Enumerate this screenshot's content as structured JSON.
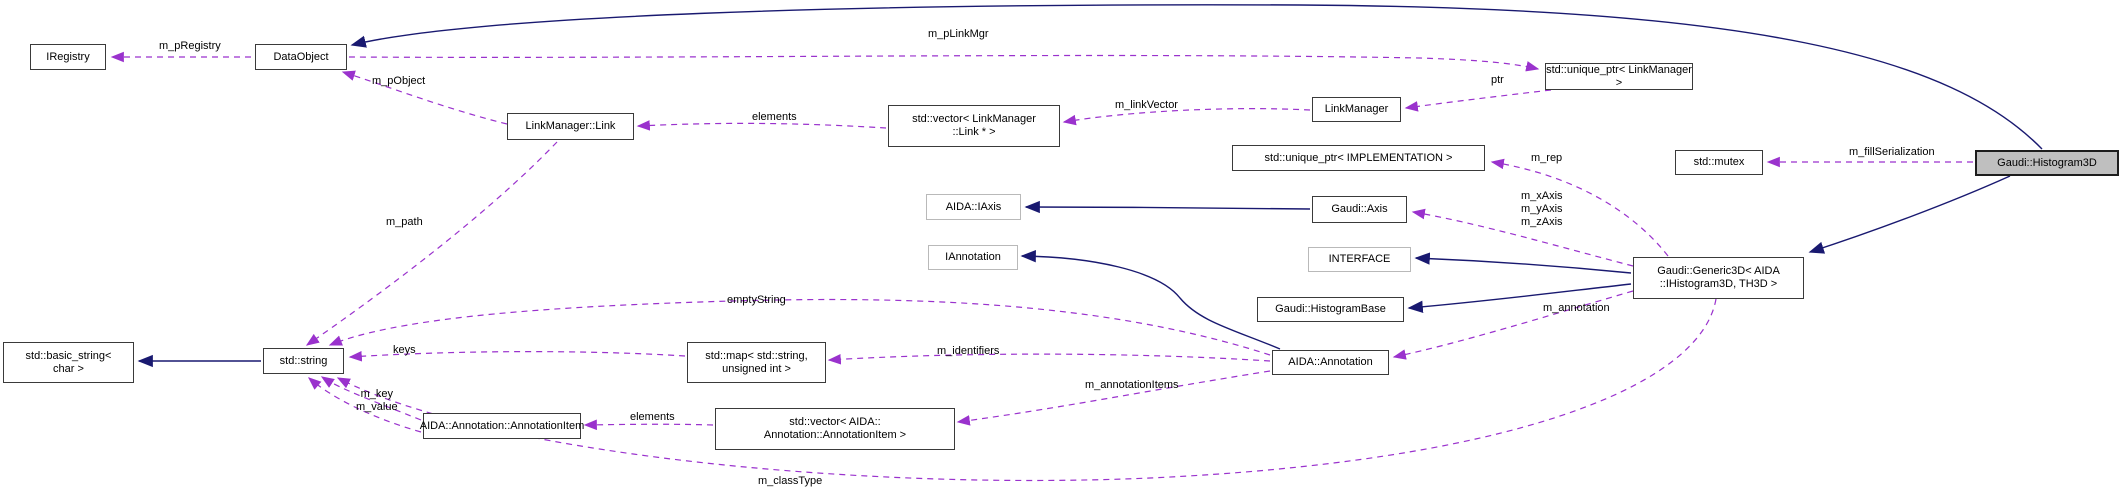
{
  "graph": {
    "kind": "doxygen-collaboration-diagram",
    "main_class": "Gaudi::Histogram3D",
    "colors": {
      "inheritance_edge": "#191970",
      "usage_edge": "#9a32cd",
      "node_border": "#3a3a3a",
      "external_node_border": "#b9b9b9",
      "main_node_fill": "#bfbfbf",
      "background": "#ffffff"
    }
  },
  "nodes": {
    "iregistry": "IRegistry",
    "dataobject": "DataObject",
    "linkmanager_link": "LinkManager::Link",
    "vector_linkmanager_link": "std::vector< LinkManager\n::Link * >",
    "linkmanager": "LinkManager",
    "unique_ptr_linkmanager": "std::unique_ptr< LinkManager >",
    "unique_ptr_implementation": "std::unique_ptr< IMPLEMENTATION >",
    "mutex": "std::mutex",
    "histogram3d": "Gaudi::Histogram3D",
    "aida_iaxis": "AIDA::IAxis",
    "gaudi_axis": "Gaudi::Axis",
    "interface": "INTERFACE",
    "iannotation": "IAnnotation",
    "histogrambase": "Gaudi::HistogramBase",
    "generic3d": "Gaudi::Generic3D< AIDA\n::IHistogram3D, TH3D >",
    "aida_annotation": "AIDA::Annotation",
    "basic_string": "std::basic_string<\nchar >",
    "string": "std::string",
    "map_string_uint": "std::map< std::string,\nunsigned int >",
    "annotationitem": "AIDA::Annotation::AnnotationItem",
    "vector_annotationitem": "std::vector< AIDA::\nAnnotation::AnnotationItem >"
  },
  "edge_labels": {
    "m_pRegistry": "m_pRegistry",
    "m_pObject": "m_pObject",
    "m_pLinkMgr": "m_pLinkMgr",
    "elements_links": "elements",
    "m_linkVector": "m_linkVector",
    "ptr": "ptr",
    "m_fillSerialization": "m_fillSerialization",
    "m_rep": "m_rep",
    "axes": "m_xAxis\nm_yAxis\nm_zAxis",
    "m_annotation": "m_annotation",
    "m_path": "m_path",
    "emptyString": "emptyString",
    "keys": "keys",
    "key_value": "m_key\nm_value",
    "m_identifiers": "m_identifiers",
    "m_annotationItems": "m_annotationItems",
    "elements_items": "elements",
    "m_classType": "m_classType"
  },
  "edges": [
    {
      "from": "DataObject",
      "to": "IRegistry",
      "label": "m_pRegistry",
      "type": "usage"
    },
    {
      "from": "LinkManager::Link",
      "to": "DataObject",
      "label": "m_pObject",
      "type": "usage"
    },
    {
      "from": "DataObject",
      "to": "std::unique_ptr< LinkManager >",
      "label": "m_pLinkMgr",
      "type": "usage"
    },
    {
      "from": "std::vector< LinkManager::Link * >",
      "to": "LinkManager::Link",
      "label": "elements",
      "type": "usage"
    },
    {
      "from": "LinkManager",
      "to": "std::vector< LinkManager::Link * >",
      "label": "m_linkVector",
      "type": "usage"
    },
    {
      "from": "std::unique_ptr< LinkManager >",
      "to": "LinkManager",
      "label": "ptr",
      "type": "usage"
    },
    {
      "from": "Gaudi::Histogram3D",
      "to": "std::mutex",
      "label": "m_fillSerialization",
      "type": "usage"
    },
    {
      "from": "Gaudi::Histogram3D",
      "to": "DataObject",
      "label": "",
      "type": "inheritance"
    },
    {
      "from": "Gaudi::Histogram3D",
      "to": "Gaudi::Generic3D< AIDA::IHistogram3D, TH3D >",
      "label": "",
      "type": "inheritance"
    },
    {
      "from": "Gaudi::Generic3D< AIDA::IHistogram3D, TH3D >",
      "to": "std::unique_ptr< IMPLEMENTATION >",
      "label": "m_rep",
      "type": "usage"
    },
    {
      "from": "Gaudi::Generic3D< AIDA::IHistogram3D, TH3D >",
      "to": "Gaudi::Axis",
      "label": "m_xAxis m_yAxis m_zAxis",
      "type": "usage"
    },
    {
      "from": "Gaudi::Axis",
      "to": "AIDA::IAxis",
      "label": "",
      "type": "inheritance"
    },
    {
      "from": "Gaudi::Generic3D< AIDA::IHistogram3D, TH3D >",
      "to": "INTERFACE",
      "label": "",
      "type": "inheritance"
    },
    {
      "from": "Gaudi::Generic3D< AIDA::IHistogram3D, TH3D >",
      "to": "Gaudi::HistogramBase",
      "label": "",
      "type": "inheritance"
    },
    {
      "from": "Gaudi::Generic3D< AIDA::IHistogram3D, TH3D >",
      "to": "AIDA::Annotation",
      "label": "m_annotation",
      "type": "usage"
    },
    {
      "from": "AIDA::Annotation",
      "to": "IAnnotation",
      "label": "",
      "type": "inheritance"
    },
    {
      "from": "LinkManager::Link",
      "to": "std::string",
      "label": "m_path",
      "type": "usage"
    },
    {
      "from": "AIDA::Annotation",
      "to": "std::string",
      "label": "emptyString",
      "type": "usage"
    },
    {
      "from": "std::map< std::string, unsigned int >",
      "to": "std::string",
      "label": "keys",
      "type": "usage"
    },
    {
      "from": "AIDA::Annotation",
      "to": "std::map< std::string, unsigned int >",
      "label": "m_identifiers",
      "type": "usage"
    },
    {
      "from": "AIDA::Annotation",
      "to": "std::vector< AIDA::Annotation::AnnotationItem >",
      "label": "m_annotationItems",
      "type": "usage"
    },
    {
      "from": "std::vector< AIDA::Annotation::AnnotationItem >",
      "to": "AIDA::Annotation::AnnotationItem",
      "label": "elements",
      "type": "usage"
    },
    {
      "from": "AIDA::Annotation::AnnotationItem",
      "to": "std::string",
      "label": "m_key m_value",
      "type": "usage"
    },
    {
      "from": "std::string",
      "to": "std::basic_string< char >",
      "label": "",
      "type": "inheritance"
    },
    {
      "from": "Gaudi::Generic3D< AIDA::IHistogram3D, TH3D >",
      "to": "std::string",
      "label": "m_classType",
      "type": "usage"
    }
  ]
}
